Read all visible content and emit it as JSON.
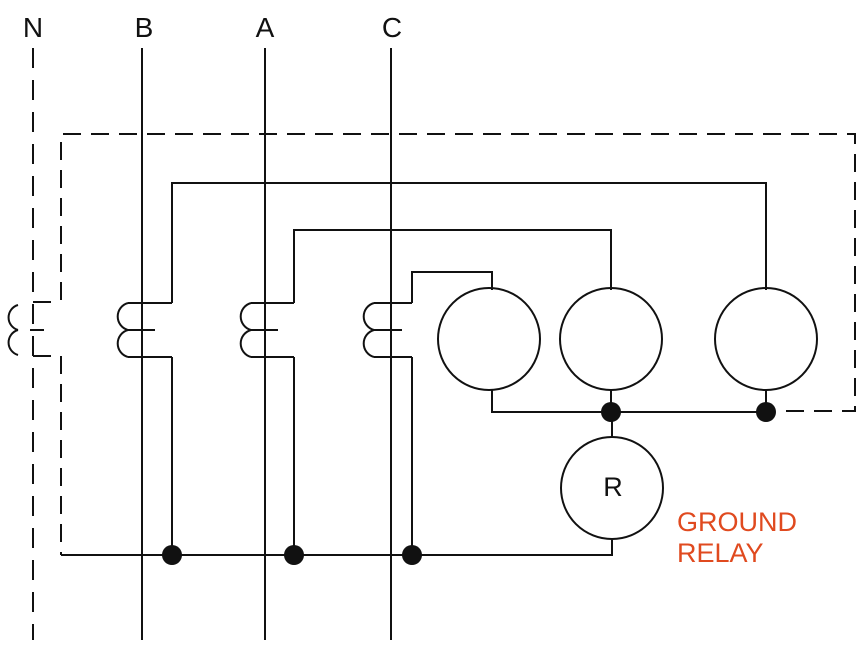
{
  "phases": [
    {
      "key": "N",
      "label": "N"
    },
    {
      "key": "B",
      "label": "B"
    },
    {
      "key": "A",
      "label": "A"
    },
    {
      "key": "C",
      "label": "C"
    }
  ],
  "relay": {
    "letter": "R"
  },
  "caption": {
    "line1": "GROUND",
    "line2": "RELAY",
    "color": "#e04a1f"
  },
  "colors": {
    "wire": "#111111",
    "dashed": "#111111"
  }
}
